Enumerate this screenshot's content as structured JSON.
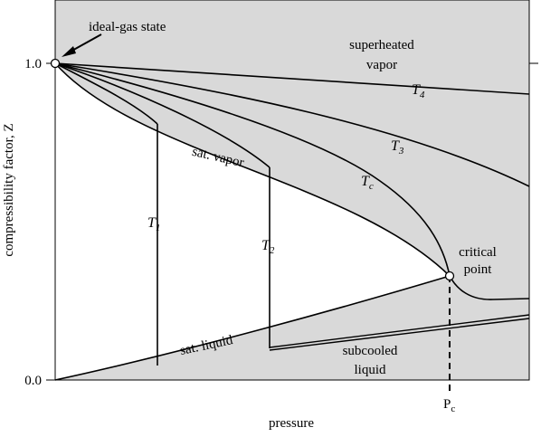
{
  "colors": {
    "region_fill": "#d9d9d9",
    "two_phase_fill": "#ffffff",
    "line": "#000000"
  },
  "axes": {
    "ylabel": "compressibility factor, Z",
    "xlabel": "pressure",
    "y_ticks": [
      "1.0",
      "0.0"
    ]
  },
  "labels": {
    "ideal_gas": "ideal-gas state",
    "superheated_l1": "superheated",
    "superheated_l2": "vapor",
    "sat_vapor": "sat. vapor",
    "sat_liquid": "sat. liquid",
    "subcooled_l1": "subcooled",
    "subcooled_l2": "liquid",
    "critical_l1": "critical",
    "critical_l2": "point",
    "pc_main": "P",
    "pc_sub": "c"
  },
  "isotherms": [
    {
      "id": "t1",
      "main": "T",
      "sub": "1"
    },
    {
      "id": "t2",
      "main": "T",
      "sub": "2"
    },
    {
      "id": "tc",
      "main": "T",
      "sub": "c"
    },
    {
      "id": "t3",
      "main": "T",
      "sub": "3"
    },
    {
      "id": "t4",
      "main": "T",
      "sub": "4"
    }
  ]
}
